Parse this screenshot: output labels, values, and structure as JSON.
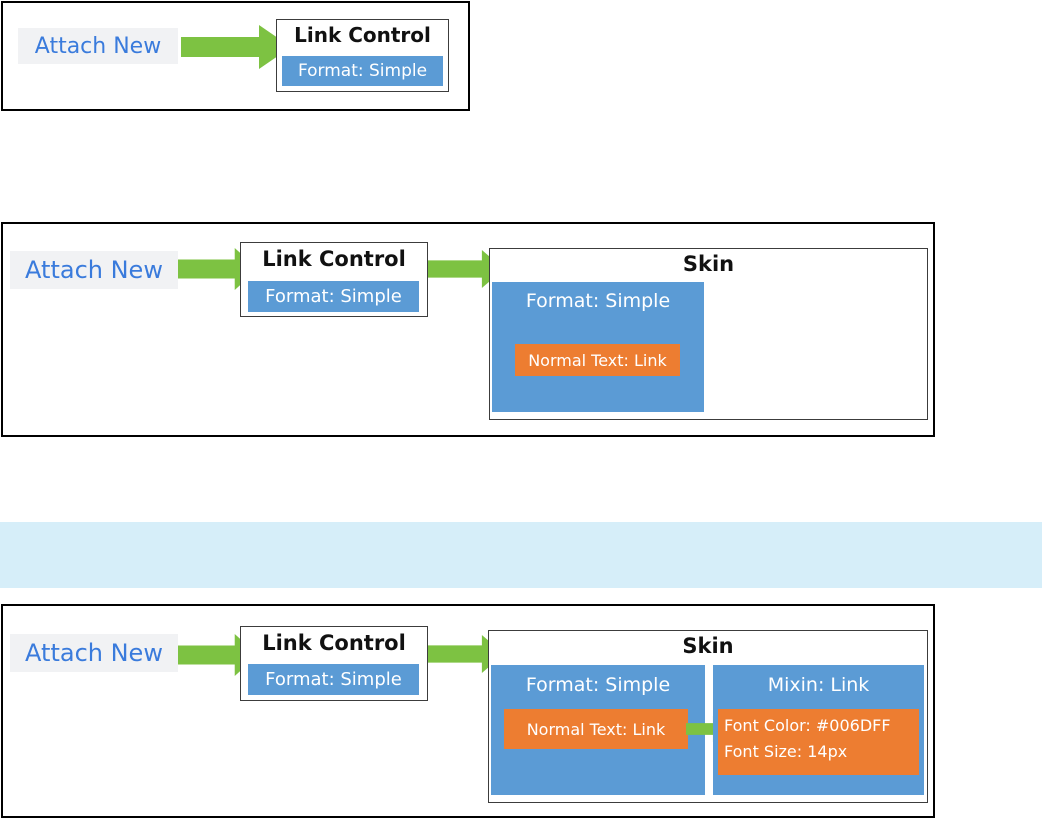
{
  "colors": {
    "arrow": "#7dc242",
    "attach_text": "#3a7bdc",
    "attach_bg": "#f1f2f4",
    "format_block": "#5b9bd5",
    "orange_block": "#ed7d31",
    "banner": "#d6eef9"
  },
  "diagrams": [
    {
      "attach_label": "Attach New",
      "link_control": {
        "title": "Link Control",
        "format": "Format: Simple"
      }
    },
    {
      "attach_label": "Attach New",
      "link_control": {
        "title": "Link Control",
        "format": "Format: Simple"
      },
      "skin": {
        "title": "Skin",
        "format_block": {
          "title": "Format: Simple",
          "normal_text": "Normal Text: Link"
        }
      }
    },
    {
      "attach_label": "Attach New",
      "link_control": {
        "title": "Link Control",
        "format": "Format: Simple"
      },
      "skin": {
        "title": "Skin",
        "format_block": {
          "title": "Format: Simple",
          "normal_text": "Normal Text: Link"
        },
        "mixin_block": {
          "title": "Mixin: Link",
          "font_color": "Font Color: #006DFF",
          "font_size": "Font Size: 14px"
        }
      }
    }
  ]
}
